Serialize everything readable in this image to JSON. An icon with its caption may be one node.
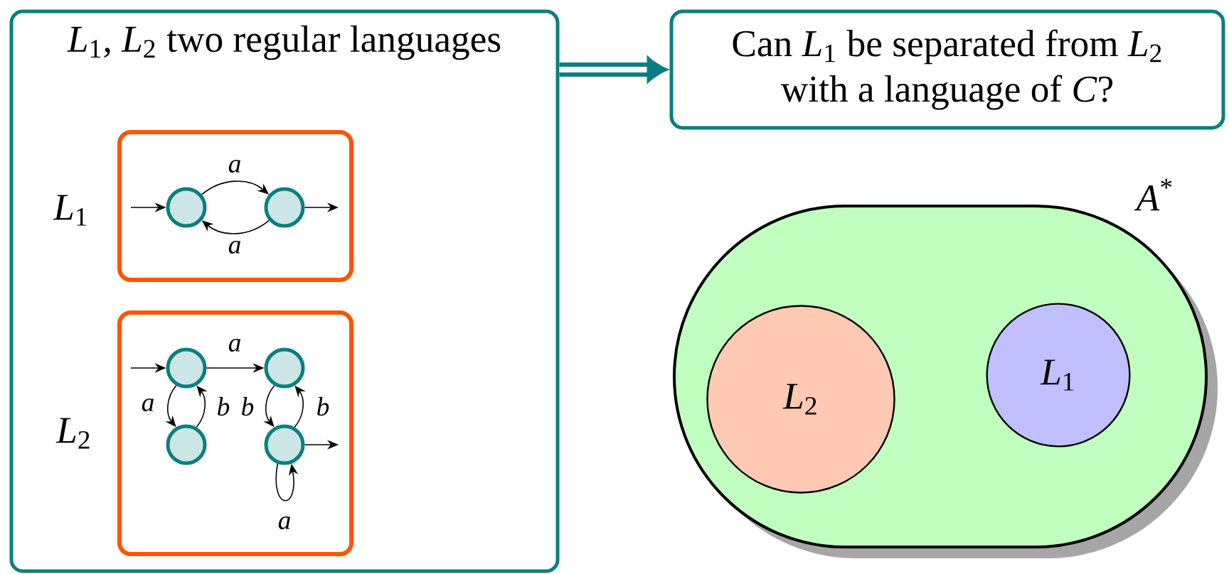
{
  "diagram": {
    "nodes": [
      {
        "text": [
          "*L*$_{1}$, *L*$_{2}$ two regular languages"
        ]
      },
      {
        "text": [
          "Can *L*$_{1}$ be separated from *L*$_{2}$ with a language of *C*?"
        ]
      },
      {
        "text": [],
        "shape": "box",
        "in": 0,
        "beside": [
          "*L*$_{1}$"
        ]
      },
      {
        "text": [],
        "shape": "circle",
        "in": 2
      },
      {
        "text": [],
        "shape": "circle",
        "in": 2
      },
      {
        "text": [],
        "shape": "box",
        "in": 0,
        "beside": [
          "*L*$_{2}$"
        ]
      },
      {
        "text": [],
        "shape": "circle",
        "in": 5
      },
      {
        "text": [],
        "shape": "circle",
        "in": 5
      },
      {
        "text": [],
        "shape": "circle",
        "in": 5
      },
      {
        "text": [],
        "shape": "circle",
        "in": 5
      },
      {
        "text": [],
        "shape": "stadium",
        "beside": [
          "*A*$^{*}$"
        ]
      },
      {
        "text": [
          "*L*$_{2}$"
        ],
        "in": 10
      },
      {
        "text": [
          "*L*$_{1}$"
        ],
        "in": 10
      }
    ],
    "edges": [
      {
        "from": 0,
        "to": 1,
        "arrow": "to",
        "style": "thick",
        "color": "#0b7f7f"
      },
      {
        "from": null,
        "to": 3,
        "arrow": "to"
      },
      {
        "from": 3,
        "to": 4,
        "arrow": "to",
        "label": "a"
      },
      {
        "from": 4,
        "to": 3,
        "arrow": "to",
        "label": "a"
      },
      {
        "from": 4,
        "to": null,
        "arrow": "to"
      },
      {
        "from": null,
        "to": 6,
        "arrow": "to"
      },
      {
        "from": 6,
        "to": 7,
        "arrow": "to",
        "label": "a"
      },
      {
        "from": 6,
        "to": 8,
        "arrow": "to",
        "label": "a"
      },
      {
        "from": 8,
        "to": 6,
        "arrow": "to",
        "label": "b"
      },
      {
        "from": 7,
        "to": 9,
        "arrow": "to",
        "label": "b"
      },
      {
        "from": 9,
        "to": 7,
        "arrow": "to",
        "label": "b"
      },
      {
        "from": 9,
        "to": 9,
        "arrow": "to",
        "label": "a"
      },
      {
        "from": 9,
        "to": null,
        "arrow": "to"
      }
    ]
  }
}
